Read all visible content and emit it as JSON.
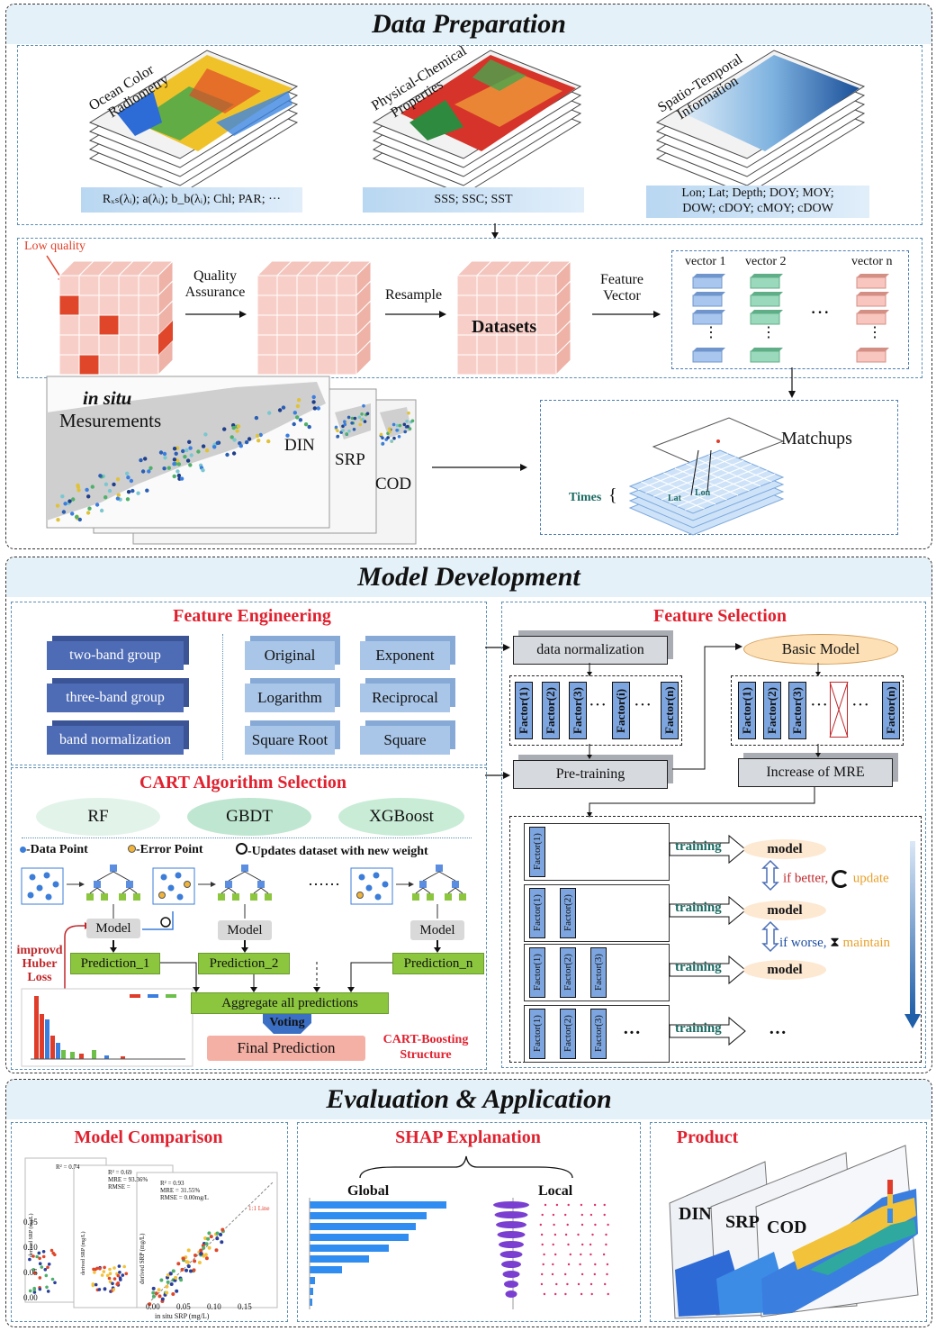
{
  "data_preparation": {
    "title": "Data Preparation",
    "sources": [
      {
        "label_line1": "Ocean Color",
        "label_line2": "Radiometry",
        "vars": "Rₓₛ(λᵢ); a(λᵢ); b_b(λᵢ); Chl; PAR; ···"
      },
      {
        "label_line1": "Physical-Chemical",
        "label_line2": "Properties",
        "vars": "SSS; SSC; SST"
      },
      {
        "label_line1": "Spatio-Temporal",
        "label_line2": "Information",
        "vars_line1": "Lon; Lat; Depth; DOY; MOY;",
        "vars_line2": "DOW; cDOY; cMOY; cDOW"
      }
    ],
    "low_quality": "Low quality",
    "quality_assurance_1": "Quality",
    "quality_assurance_2": "Assurance",
    "resample": "Resample",
    "datasets": "Datasets",
    "feature_vector_1": "Feature",
    "feature_vector_2": "Vector",
    "vector_1": "vector 1",
    "vector_2": "vector 2",
    "vector_n": "vector n",
    "insitu_1": "in situ",
    "insitu_2": "Mesurements",
    "din": "DIN",
    "srp": "SRP",
    "cod": "COD",
    "matchups": "Matchups",
    "times": "Times",
    "lat": "Lat",
    "lon": "Lon"
  },
  "model_development": {
    "title": "Model Development",
    "feature_engineering": {
      "title": "Feature Engineering",
      "groups": [
        "two-band group",
        "three-band group",
        "band normalization"
      ],
      "transforms": [
        "Original",
        "Exponent",
        "Logarithm",
        "Reciprocal",
        "Square Root",
        "Square"
      ]
    },
    "cart": {
      "title": "CART Algorithm Selection",
      "algos": [
        "RF",
        "GBDT",
        "XGBoost"
      ],
      "legend_data": "-Data Point",
      "legend_error": "-Error Point",
      "legend_update": "-Updates dataset with new weight",
      "model": "Model",
      "predictions": [
        "Prediction_1",
        "Prediction_2",
        "Prediction_n"
      ],
      "huber_1": "improvd",
      "huber_2": "Huber",
      "huber_3": "Loss",
      "aggregate": "Aggregate all predictions",
      "voting": "Voting",
      "final": "Final Prediction",
      "structure_1": "CART-Boosting",
      "structure_2": "Structure"
    },
    "feature_selection": {
      "title": "Feature Selection",
      "data_normalization": "data normalization",
      "basic_model": "Basic Model",
      "pretraining": "Pre-training",
      "increase_mre": "Increase of MRE",
      "factors": [
        "Factor(1)",
        "Factor(2)",
        "Factor(3)",
        "Factor(i)",
        "Factor(n)"
      ],
      "training": "training",
      "model": "model",
      "if_better": "if better,",
      "update": "update",
      "if_worse": "if worse,",
      "maintain": "maintain",
      "ellipsis": "···"
    }
  },
  "evaluation": {
    "title": "Evaluation & Application",
    "model_comparison": "Model Comparison",
    "shap": "SHAP Explanation",
    "product": "Product",
    "global": "Global",
    "local": "Local",
    "din": "DIN",
    "srp": "SRP",
    "cod": "COD",
    "r2_a": "R² = 0.74",
    "r2_b": "R² = 0.69",
    "r2_c": "R² = 0.93",
    "mre_b": "MRE = 93.36%",
    "mre_c": "MRE = 31.55%",
    "rmse_b": "RMSE =",
    "rmse_c": "RMSE = 0.00mg/L",
    "one_one": "1:1 Line",
    "xlabel": "in situ SRP (mg/L)",
    "ylabel": "derived SRP (mg/L)",
    "ticks_y": [
      "0.00",
      "0.05",
      "0.10",
      "0.15"
    ],
    "ticks_x": [
      "0.00",
      "0.05",
      "0.10",
      "0.15"
    ]
  }
}
